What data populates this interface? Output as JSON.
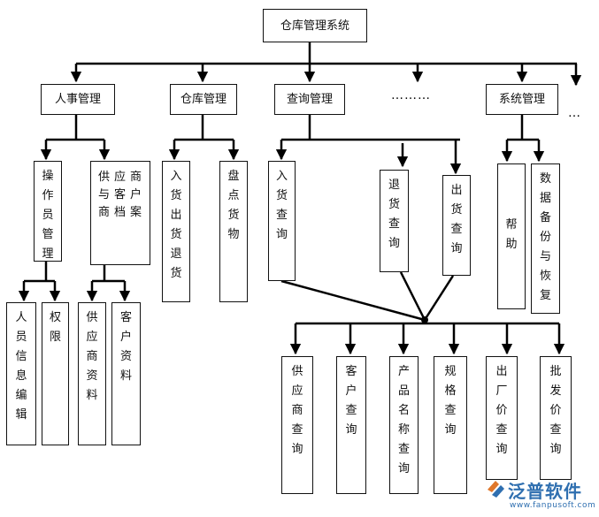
{
  "diagram": {
    "root": "仓库管理系统",
    "level1": {
      "hr": "人事管理",
      "warehouse": "仓库管理",
      "query": "查询管理",
      "ellipsis": "………",
      "system": "系统管理",
      "more": "…"
    },
    "hr_children": {
      "operator": "操作员管理",
      "supplier_customer": "供应商与客户商档案"
    },
    "operator_children": {
      "personnel_edit": "人员信息编辑",
      "permission": "权限"
    },
    "supplier_children": {
      "supplier_info": "供应商资料",
      "customer_info": "客户资料"
    },
    "warehouse_children": {
      "in_out_return": "入货出货退货",
      "inventory": "盘点货物"
    },
    "query_children": {
      "in_query": "入货查询",
      "return_query": "退货查询",
      "out_query": "出货查询"
    },
    "system_children": {
      "help": "帮助",
      "backup": "数据备份与恢复"
    },
    "query_targets": {
      "supplier_query": "供应商查询",
      "customer_query": "客户查询",
      "product_query": "产品名称查询",
      "spec_query": "规格查询",
      "factory_price": "出厂价查询",
      "wholesale_price": "批发价查询"
    }
  },
  "watermark": {
    "brand": "泛普软件",
    "url": "www.fanpusoft.com"
  }
}
